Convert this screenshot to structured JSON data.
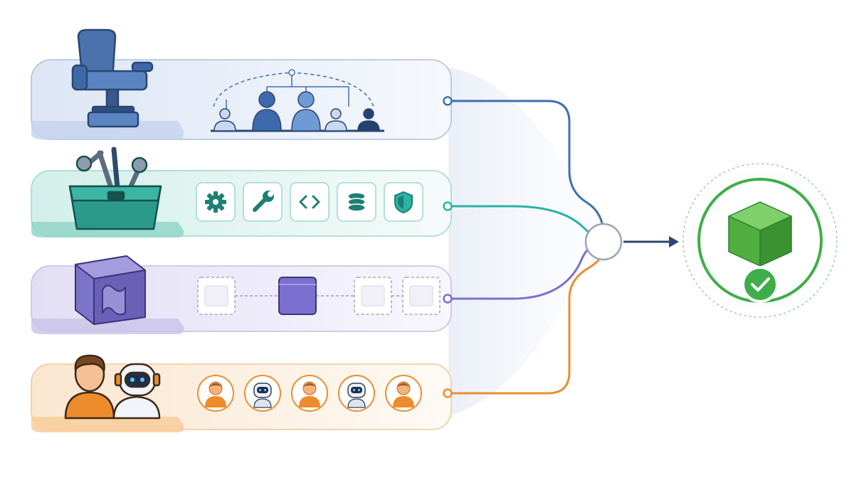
{
  "colors": {
    "governance": "#3f6fb3",
    "tools": "#2bb3a3",
    "modules": "#7b6fd0",
    "collaboration": "#ec8e2d",
    "output": "#3fae4a",
    "hub": "#9aa3b5",
    "arrow": "#2c4670"
  },
  "lanes": [
    {
      "id": "governance",
      "main_icon": "seat-icon",
      "items": [
        "person-icon",
        "person-icon",
        "person-icon",
        "person-icon",
        "person-icon"
      ],
      "item_shades": [
        "light",
        "dark",
        "mid",
        "light",
        "darkest"
      ]
    },
    {
      "id": "tools",
      "main_icon": "toolbox-icon",
      "items": [
        "gear-icon",
        "wrench-icon",
        "code-brackets-icon",
        "database-icon",
        "shield-icon"
      ]
    },
    {
      "id": "modules",
      "main_icon": "puzzle-cube-icon",
      "items": [
        "placeholder-block-icon",
        "module-block-icon",
        "placeholder-block-icon",
        "placeholder-block-icon"
      ]
    },
    {
      "id": "collaboration",
      "main_icon": "human-robot-pair-icon",
      "items": [
        "human-avatar-icon",
        "robot-avatar-icon",
        "human-avatar-icon",
        "robot-avatar-icon",
        "human-avatar-icon"
      ]
    }
  ],
  "hub": {
    "icon": "merge-hub-icon"
  },
  "output": {
    "icon": "green-cube-icon",
    "badge_icon": "check-icon"
  }
}
